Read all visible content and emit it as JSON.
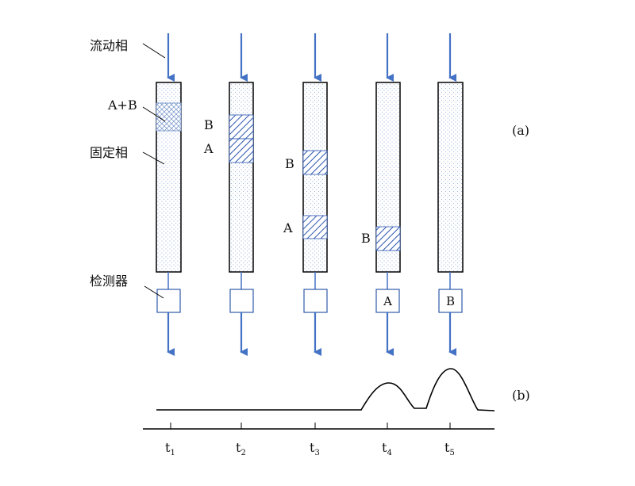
{
  "labels": {
    "mobile_phase": "流动相",
    "stationary_phase": "固定相",
    "detector": "检测器",
    "sample": "A+B",
    "panel_a": "(a)",
    "panel_b": "(b)"
  },
  "columns": [
    {
      "time": "t1",
      "band_labels": [
        "A+B"
      ],
      "detector_text": ""
    },
    {
      "time": "t2",
      "band_labels": [
        "B",
        "A"
      ],
      "detector_text": ""
    },
    {
      "time": "t3",
      "band_labels": [
        "B",
        "A"
      ],
      "detector_text": ""
    },
    {
      "time": "t4",
      "band_labels": [
        "B"
      ],
      "detector_text": "A"
    },
    {
      "time": "t5",
      "band_labels": [],
      "detector_text": "B"
    }
  ],
  "axis": {
    "ticks": [
      {
        "main": "t",
        "sub": "1"
      },
      {
        "main": "t",
        "sub": "2"
      },
      {
        "main": "t",
        "sub": "3"
      },
      {
        "main": "t",
        "sub": "4"
      },
      {
        "main": "t",
        "sub": "5"
      }
    ]
  },
  "colors": {
    "arrow": "#4472c4",
    "column_outline": "#000000",
    "dots": "#9fb8e0",
    "hatch": "#2b55b0",
    "detector_border": "#2f5aa8",
    "trace": "#000000"
  }
}
